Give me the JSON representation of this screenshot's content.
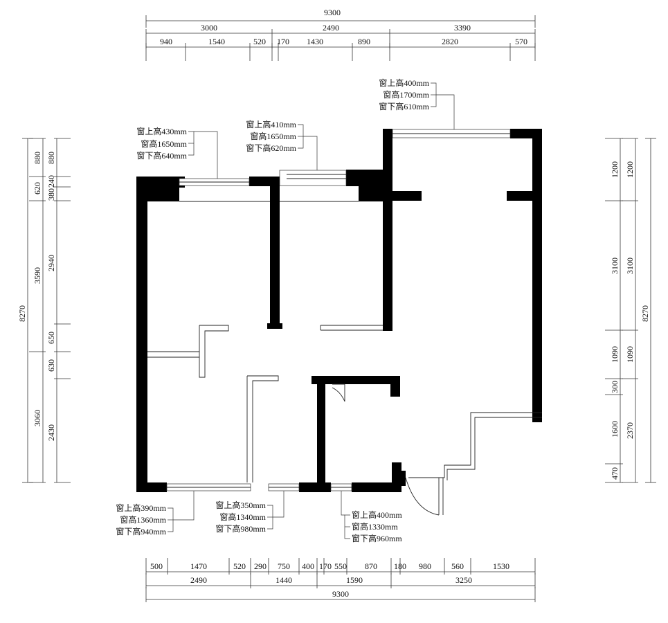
{
  "dimensions": {
    "top_total": "9300",
    "top_mid": [
      "3000",
      "2490",
      "3390"
    ],
    "top_sub": [
      "940",
      "1540",
      "520",
      "170",
      "1430",
      "890",
      "2820",
      "570"
    ],
    "bottom_sub": [
      "500",
      "1470",
      "520",
      "290",
      "750",
      "400",
      "170",
      "550",
      "870",
      "180",
      "980",
      "560",
      "1530"
    ],
    "bottom_mid": [
      "2490",
      "1440",
      "1590",
      "3250"
    ],
    "bottom_total": "9300",
    "left_total": "8270",
    "left_outer": [
      "880",
      "620",
      "3590",
      "3060"
    ],
    "left_inner": [
      "880",
      "240",
      "380",
      "2940",
      "650",
      "630",
      "2430"
    ],
    "right_total": "8270",
    "right_inner": [
      "1200",
      "3100",
      "1090",
      "300",
      "1600",
      "470"
    ],
    "right_outer": [
      "1200",
      "3100",
      "1090",
      "2370"
    ]
  },
  "window_notes": {
    "top_left": [
      "窗上高430mm",
      "窗高1650mm",
      "窗下高640mm"
    ],
    "top_middle": [
      "窗上高410mm",
      "窗高1650mm",
      "窗下高620mm"
    ],
    "top_right": [
      "窗上高400mm",
      "窗高1700mm",
      "窗下高610mm"
    ],
    "bottom_left": [
      "窗上高390mm",
      "窗高1360mm",
      "窗下高940mm"
    ],
    "bottom_middle": [
      "窗上高350mm",
      "窗高1340mm",
      "窗下高980mm"
    ],
    "bottom_right": [
      "窗上高400mm",
      "窗高1330mm",
      "窗下高960mm"
    ]
  }
}
